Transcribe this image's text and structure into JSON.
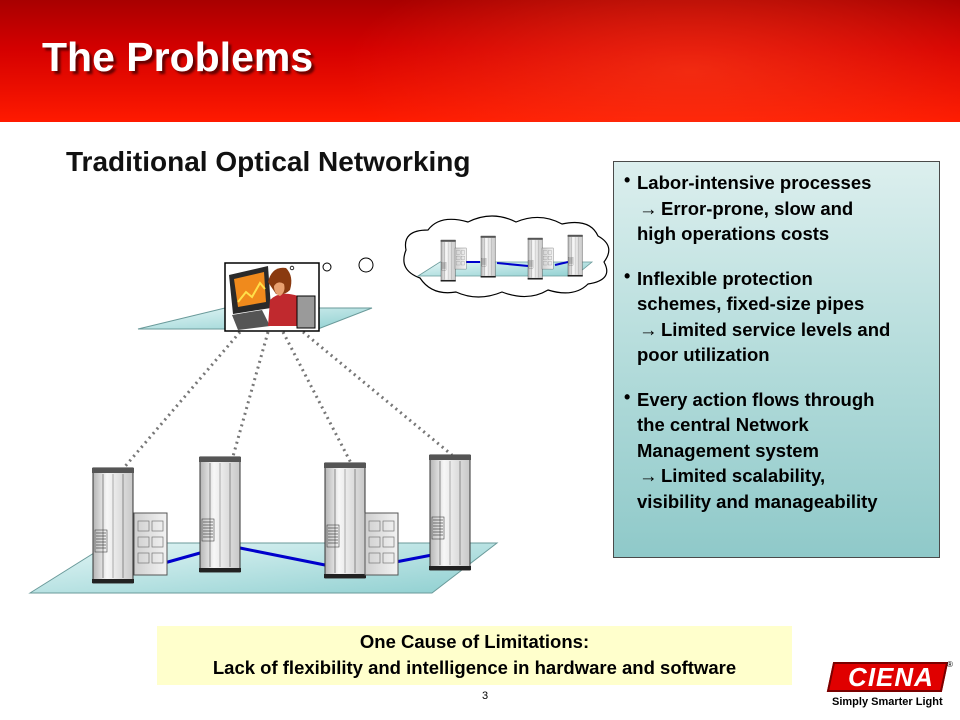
{
  "slide": {
    "title": "The Problems",
    "subtitle": "Traditional Optical Networking",
    "page_number": "3"
  },
  "problems": [
    {
      "bullet": "•",
      "text": [
        "Labor-intensive processes"
      ],
      "result": [
        "Error-prone, slow and",
        "high operations costs"
      ]
    },
    {
      "bullet": "•",
      "text": [
        "Inflexible protection",
        "schemes, fixed-size pipes"
      ],
      "result": [
        "Limited service levels and",
        "poor utilization"
      ]
    },
    {
      "bullet": "•",
      "text": [
        "Every action flows through",
        "the central Network",
        "Management system"
      ],
      "result": [
        "Limited scalability,",
        "visibility and manageability"
      ]
    }
  ],
  "cause": {
    "line1": "One Cause of Limitations:",
    "line2": "Lack of flexibility and intelligence in hardware and software"
  },
  "logo": {
    "name": "CIENA",
    "registered": "®",
    "tagline": "Simply Smarter Light"
  },
  "icons": {
    "arrow": "→",
    "operator": "person-at-computer-icon",
    "network_element": "server-rack-icon",
    "thought_cloud": "thought-cloud-icon"
  },
  "colors": {
    "header_red": "#d40000",
    "link_blue": "#0000cc",
    "panel_teal": "#b4dcdb",
    "cause_yellow": "#ffffcc",
    "brand_red": "#e00000"
  }
}
